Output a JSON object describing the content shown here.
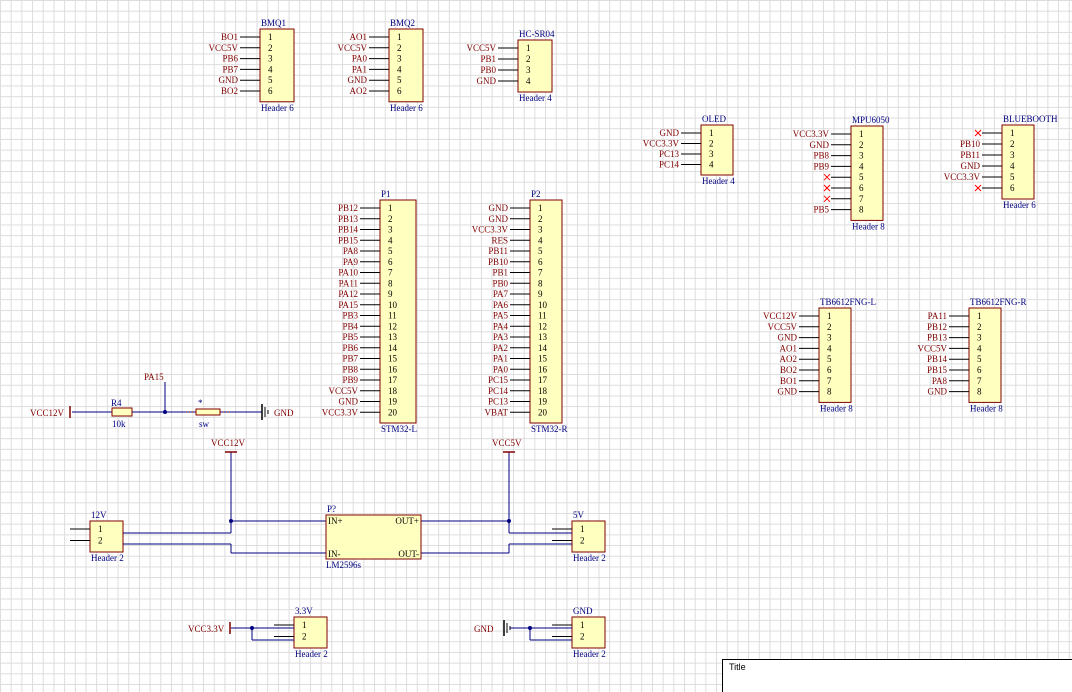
{
  "components": [
    {
      "id": "bmq1",
      "designator": "BMQ1",
      "comment": "Header 6",
      "side": "left",
      "pins": [
        "1",
        "2",
        "3",
        "4",
        "5",
        "6"
      ],
      "nets": [
        "BO1",
        "VCC5V",
        "PB6",
        "PB7",
        "GND",
        "BO2"
      ]
    },
    {
      "id": "bmq2",
      "designator": "BMQ2",
      "comment": "Header 6",
      "side": "left",
      "pins": [
        "1",
        "2",
        "3",
        "4",
        "5",
        "6"
      ],
      "nets": [
        "AO1",
        "VCC5V",
        "PA0",
        "PA1",
        "GND",
        "AO2"
      ]
    },
    {
      "id": "hcsr04",
      "designator": "HC-SR04",
      "comment": "Header 4",
      "side": "left",
      "pins": [
        "1",
        "2",
        "3",
        "4"
      ],
      "nets": [
        "VCC5V",
        "PB1",
        "PB0",
        "GND"
      ]
    },
    {
      "id": "oled",
      "designator": "OLED",
      "comment": "Header 4",
      "side": "left",
      "pins": [
        "1",
        "2",
        "3",
        "4"
      ],
      "nets": [
        "GND",
        "VCC3.3V",
        "PC13",
        "PC14"
      ]
    },
    {
      "id": "mpu6050",
      "designator": "MPU6050",
      "comment": "Header 8",
      "side": "left",
      "pins": [
        "1",
        "2",
        "3",
        "4",
        "5",
        "6",
        "7",
        "8"
      ],
      "nets": [
        "VCC3.3V",
        "GND",
        "PB8",
        "PB9",
        "",
        "",
        "",
        "PB5"
      ]
    },
    {
      "id": "bluetooth",
      "designator": "BLUEBOOTH",
      "comment": "Header 6",
      "side": "left",
      "pins": [
        "1",
        "2",
        "3",
        "4",
        "5",
        "6"
      ],
      "nets": [
        "",
        "PB10",
        "PB11",
        "GND",
        "VCC3.3V",
        ""
      ]
    },
    {
      "id": "p1",
      "designator": "P1",
      "comment": "STM32-L",
      "side": "left",
      "pins": [
        "1",
        "2",
        "3",
        "4",
        "5",
        "6",
        "7",
        "8",
        "9",
        "10",
        "11",
        "12",
        "13",
        "14",
        "15",
        "16",
        "17",
        "18",
        "19",
        "20"
      ],
      "nets": [
        "PB12",
        "PB13",
        "PB14",
        "PB15",
        "PA8",
        "PA9",
        "PA10",
        "PA11",
        "PA12",
        "PA15",
        "PB3",
        "PB4",
        "PB5",
        "PB6",
        "PB7",
        "PB8",
        "PB9",
        "VCC5V",
        "GND",
        "VCC3.3V"
      ]
    },
    {
      "id": "p2",
      "designator": "P2",
      "comment": "STM32-R",
      "side": "left",
      "pins": [
        "1",
        "2",
        "3",
        "4",
        "5",
        "6",
        "7",
        "8",
        "9",
        "10",
        "11",
        "12",
        "13",
        "14",
        "15",
        "16",
        "17",
        "18",
        "19",
        "20"
      ],
      "nets": [
        "GND",
        "GND",
        "VCC3.3V",
        "RES",
        "PB11",
        "PB10",
        "PB1",
        "PB0",
        "PA7",
        "PA6",
        "PA5",
        "PA4",
        "PA3",
        "PA2",
        "PA1",
        "PA0",
        "PC15",
        "PC14",
        "PC13",
        "VBAT"
      ]
    },
    {
      "id": "tbl",
      "designator": "TB6612FNG-L",
      "comment": "Header 8",
      "side": "left",
      "pins": [
        "1",
        "2",
        "3",
        "4",
        "5",
        "6",
        "7",
        "8"
      ],
      "nets": [
        "VCC12V",
        "VCC5V",
        "GND",
        "AO1",
        "AO2",
        "BO2",
        "BO1",
        "GND"
      ]
    },
    {
      "id": "tbr",
      "designator": "TB6612FNG-R",
      "comment": "Header 8",
      "side": "left",
      "pins": [
        "1",
        "2",
        "3",
        "4",
        "5",
        "6",
        "7",
        "8"
      ],
      "nets": [
        "PA11",
        "PB12",
        "PB13",
        "VCC5V",
        "PB14",
        "PB15",
        "PA8",
        "GND"
      ]
    },
    {
      "id": "h12v",
      "designator": "12V",
      "comment": "Header 2",
      "side": "left",
      "pins": [
        "1",
        "2"
      ],
      "nets": [
        "",
        ""
      ]
    },
    {
      "id": "h5v",
      "designator": "5V",
      "comment": "Header 2",
      "side": "left",
      "pins": [
        "1",
        "2"
      ],
      "nets": [
        "",
        ""
      ]
    },
    {
      "id": "h33v",
      "designator": "3.3V",
      "comment": "Header 2",
      "side": "left",
      "pins": [
        "1",
        "2"
      ],
      "nets": [
        "",
        ""
      ]
    },
    {
      "id": "hgnd",
      "designator": "GND",
      "comment": "Header 2",
      "side": "left",
      "pins": [
        "1",
        "2"
      ],
      "nets": [
        "",
        ""
      ]
    }
  ],
  "regulator": {
    "designator": "P?",
    "comment": "LM2596s",
    "in_plus": "IN+",
    "in_minus": "IN-",
    "out_plus": "OUT+",
    "out_minus": "OUT-"
  },
  "resistor": {
    "designator": "R4",
    "value": "10k"
  },
  "switch": {
    "designator": "*",
    "value": "sw"
  },
  "net_labels": {
    "vcc12v_left": "VCC12V",
    "pa15": "PA15",
    "gnd_switch": "GND",
    "vcc12v_top": "VCC12V",
    "vcc5v_top": "VCC5V",
    "vcc33v_bottom": "VCC3.3V",
    "gnd_bottom": "GND"
  },
  "title_block": {
    "label": "Title"
  }
}
